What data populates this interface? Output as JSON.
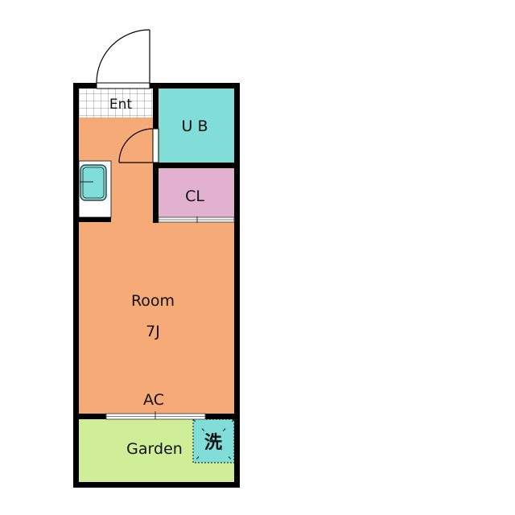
{
  "plan": {
    "rooms": {
      "entrance": "Ent",
      "bath": "U B",
      "closet": "CL",
      "room_name": "Room",
      "room_size": "7J",
      "aircon": "AC",
      "garden": "Garden",
      "washer": "洗"
    },
    "colors": {
      "room": "#F5AA78",
      "bath": "#80DDD8",
      "closet": "#E3B1D0",
      "garden": "#D0EE98",
      "washer": "#80DDD8",
      "wall": "#000000"
    }
  }
}
